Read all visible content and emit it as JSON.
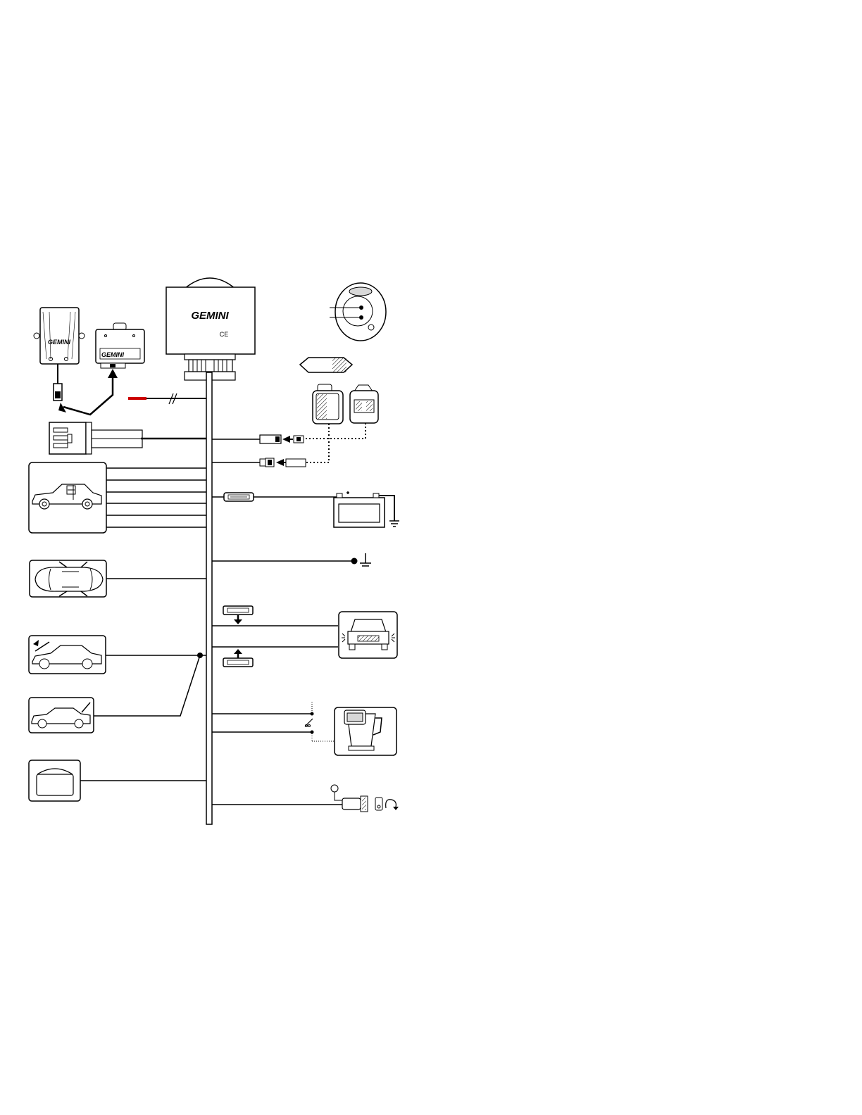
{
  "brand": {
    "main_logo": "GEMINI",
    "siren_logo": "GEMINI",
    "module_logo": "GEMINI",
    "ce_mark": "CE"
  },
  "colors": {
    "line": "#000000",
    "power_wire": "#cc0000",
    "background": "#ffffff",
    "shade": "#d8d8d8"
  },
  "icons": [
    "siren-icon",
    "expansion-module-icon",
    "control-unit-icon",
    "ignition-lock-icon",
    "key-fob-icon",
    "remote-transmitter-icon",
    "led-connector-icon",
    "car-interior-icon",
    "car-doors-topview-icon",
    "car-hood-icon",
    "car-trunk-icon",
    "dome-light-icon",
    "fuse-icon",
    "battery-icon",
    "ground-icon",
    "car-indicators-front-icon",
    "fuel-pump-icon",
    "shock-sensor-icon"
  ]
}
